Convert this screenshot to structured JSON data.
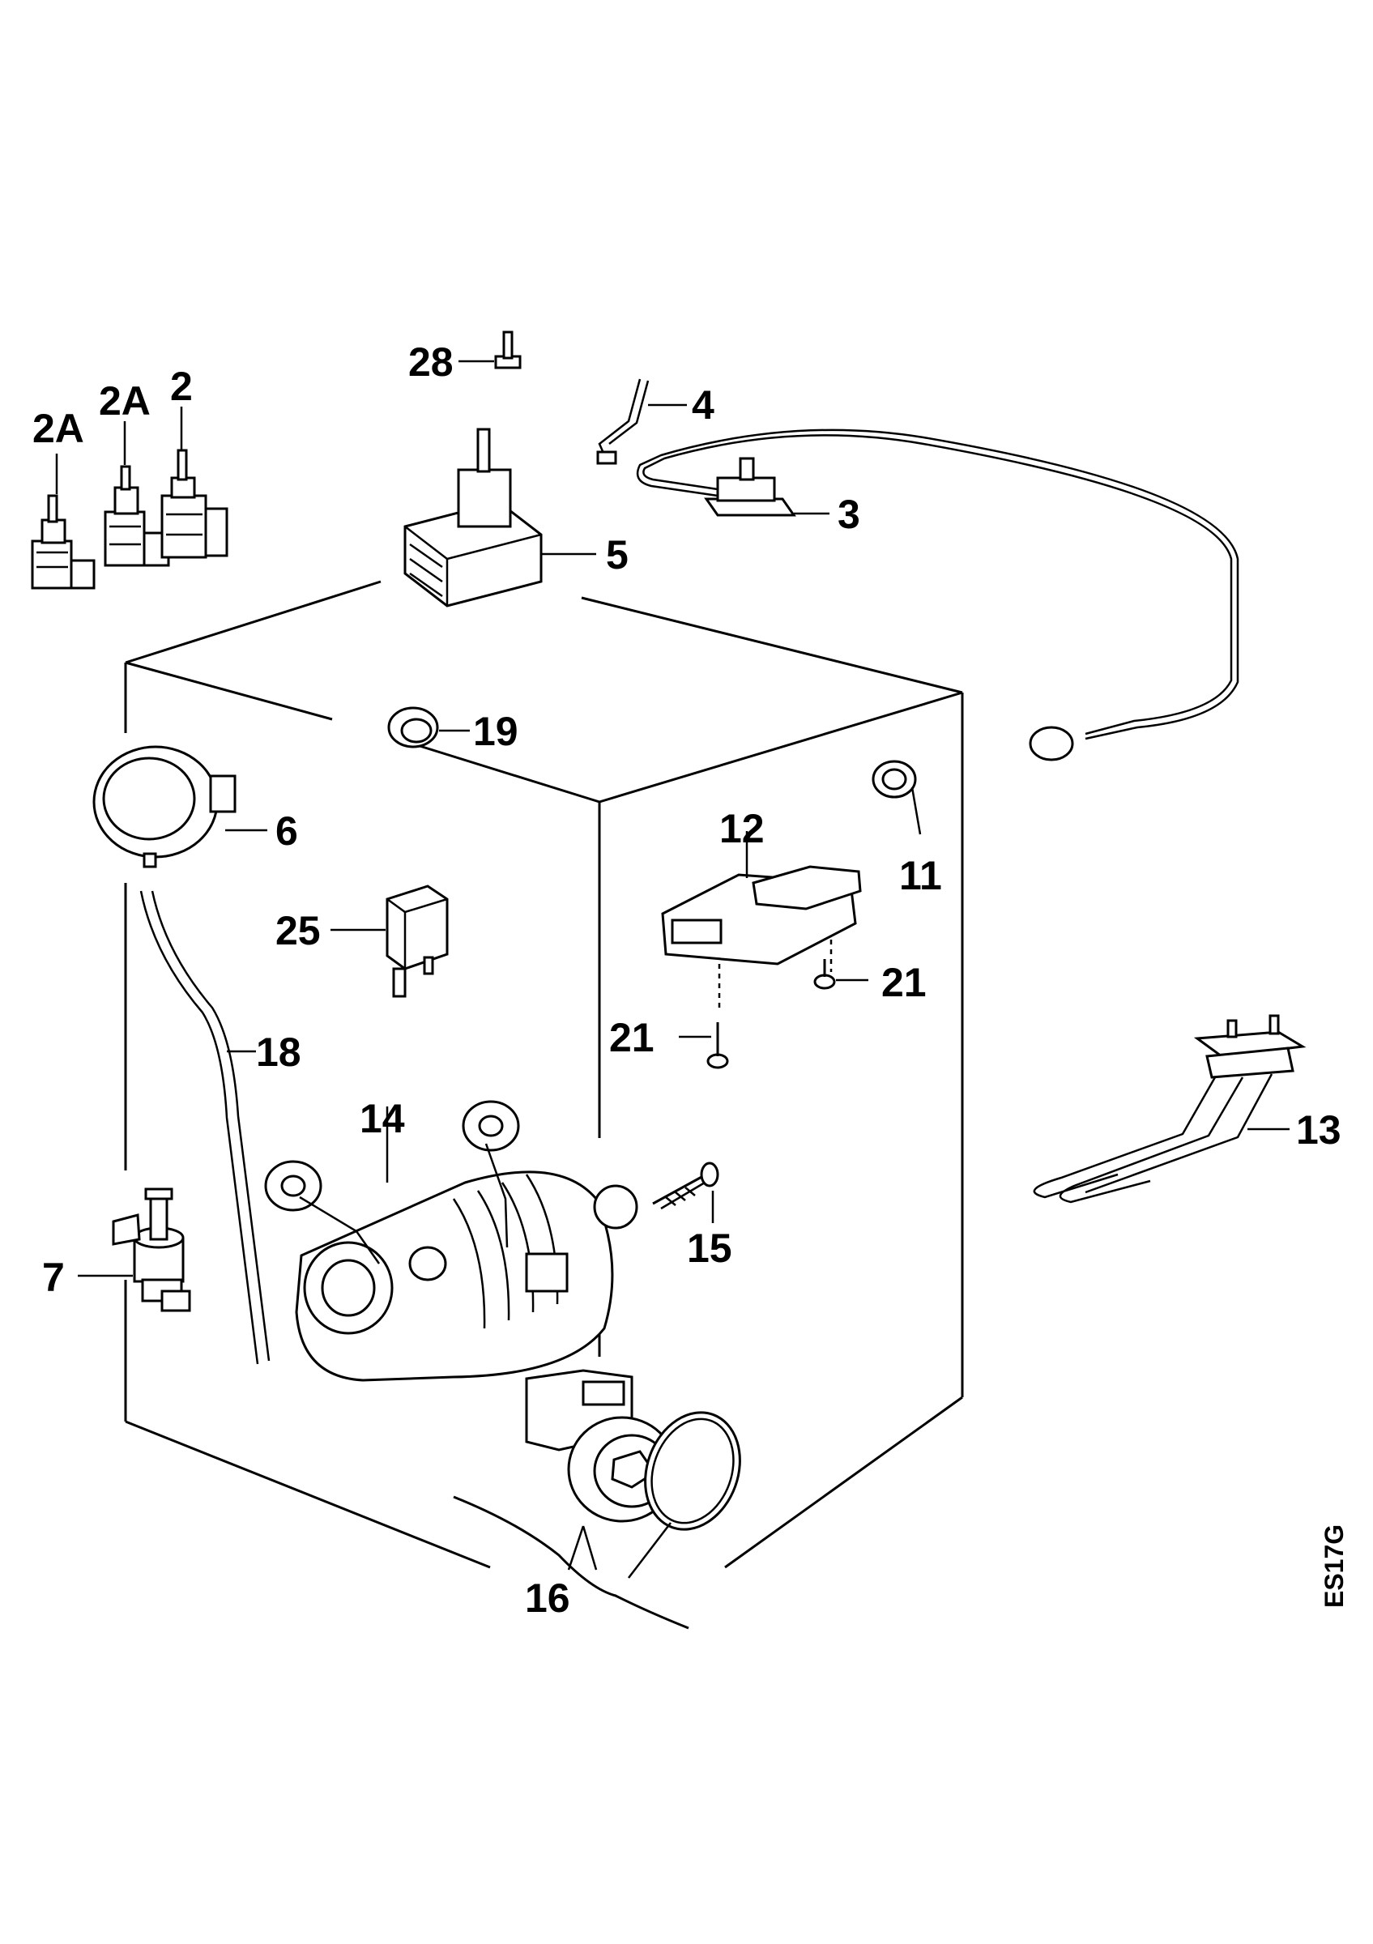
{
  "diagram": {
    "drawing_code": "ES17G",
    "labels": {
      "p2A_left": "2A",
      "p2A_mid": "2A",
      "p2": "2",
      "p28": "28",
      "p4": "4",
      "p3": "3",
      "p5": "5",
      "p19": "19",
      "p6": "6",
      "p12": "12",
      "p11": "11",
      "p25": "25",
      "p21_right": "21",
      "p21_left": "21",
      "p18": "18",
      "p13": "13",
      "p14": "14",
      "p15": "15",
      "p7": "7",
      "p16": "16"
    }
  }
}
